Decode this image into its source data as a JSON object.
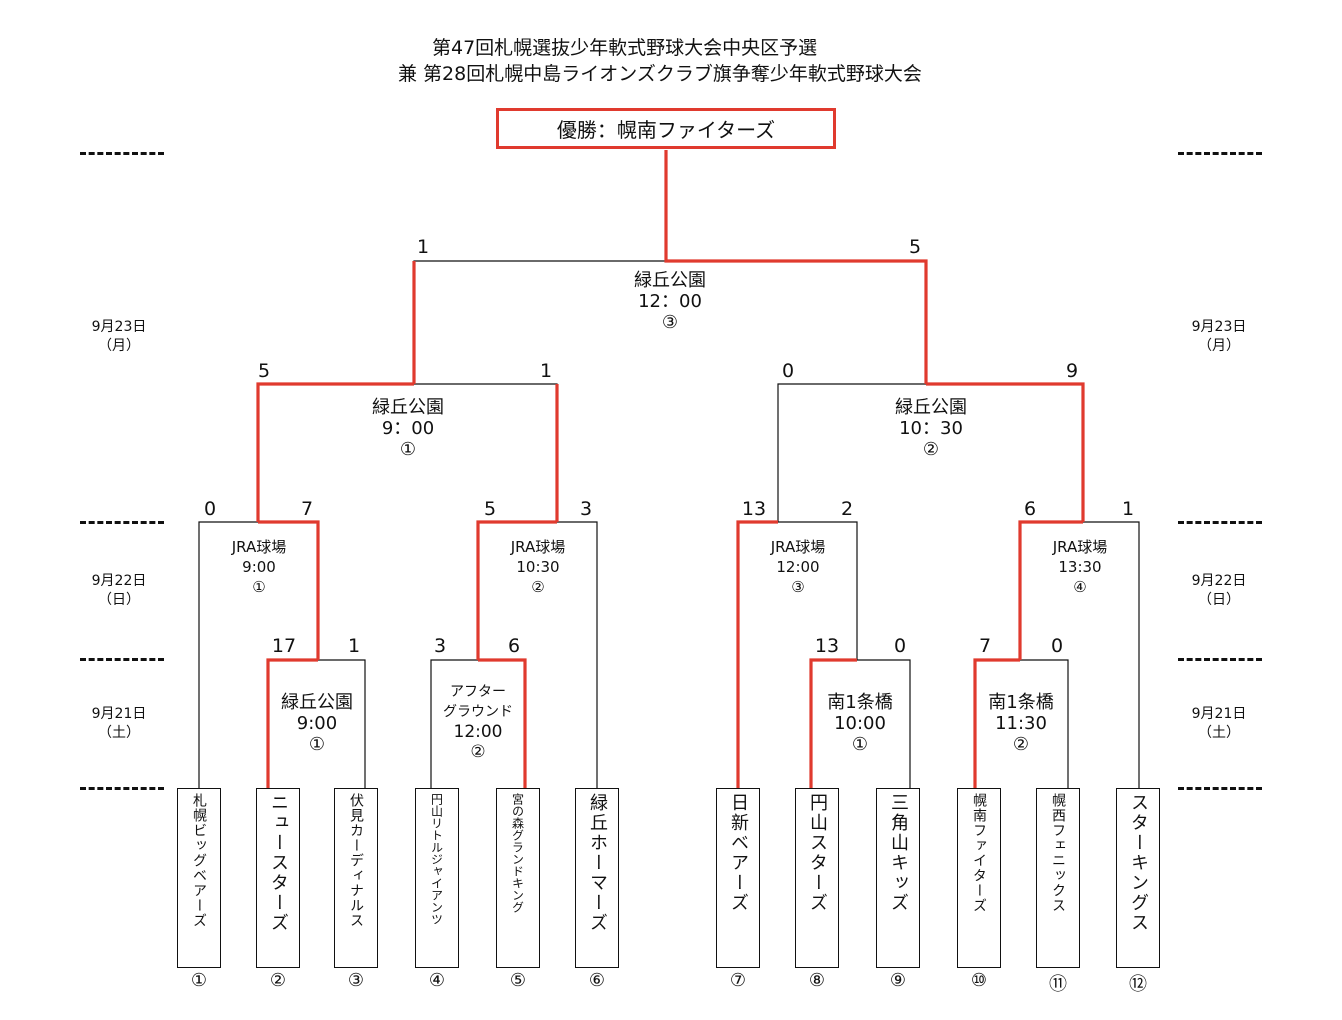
{
  "title_line1": "第47回札幌選抜少年軟式野球大会中央区予選",
  "title_line2": "兼 第28回札幌中島ライオンズクラブ旗争奪少年軟式野球大会",
  "champion": "優勝：幌南ファイターズ",
  "dates": {
    "sep23": "9月23日\n（月）",
    "sep22": "9月22日\n（日）",
    "sep21": "9月21日\n（土）"
  },
  "teams": [
    {
      "name": "札幌ビッグベアーズ",
      "seed": "①"
    },
    {
      "name": "ニュースターズ",
      "seed": "②"
    },
    {
      "name": "伏見カーディナルス",
      "seed": "③"
    },
    {
      "name": "円山リトルジャイアンツ",
      "seed": "④"
    },
    {
      "name": "宮の森グランドキング",
      "seed": "⑤"
    },
    {
      "name": "緑丘ホーマーズ",
      "seed": "⑥"
    },
    {
      "name": "日新ベアーズ",
      "seed": "⑦"
    },
    {
      "name": "円山スターズ",
      "seed": "⑧"
    },
    {
      "name": "三角山キッズ",
      "seed": "⑨"
    },
    {
      "name": "幌南ファイターズ",
      "seed": "⑩"
    },
    {
      "name": "幌西フェニックス",
      "seed": "⑪"
    },
    {
      "name": "スターキングス",
      "seed": "⑫"
    }
  ],
  "games": {
    "r1_1": {
      "venue": "緑丘公園",
      "time": "9:00",
      "num": "①",
      "left": "17",
      "right": "1"
    },
    "r1_2": {
      "venue": "アフター\nグラウンド",
      "time": "12:00",
      "num": "②",
      "left": "3",
      "right": "6"
    },
    "r1_3": {
      "venue": "南1条橋",
      "time": "10:00",
      "num": "①",
      "left": "13",
      "right": "0"
    },
    "r1_4": {
      "venue": "南1条橋",
      "time": "11:30",
      "num": "②",
      "left": "7",
      "right": "0"
    },
    "r2_1": {
      "venue": "JRA球場",
      "time": "9:00",
      "num": "①",
      "left": "0",
      "right": "7"
    },
    "r2_2": {
      "venue": "JRA球場",
      "time": "10:30",
      "num": "②",
      "left": "5",
      "right": "3"
    },
    "r2_3": {
      "venue": "JRA球場",
      "time": "12:00",
      "num": "③",
      "left": "13",
      "right": "2"
    },
    "r2_4": {
      "venue": "JRA球場",
      "time": "13:30",
      "num": "④",
      "left": "6",
      "right": "1"
    },
    "sf_1": {
      "venue": "緑丘公園",
      "time": "9：00",
      "num": "①",
      "left": "5",
      "right": "1"
    },
    "sf_2": {
      "venue": "緑丘公園",
      "time": "10：30",
      "num": "②",
      "left": "0",
      "right": "9"
    },
    "final": {
      "venue": "緑丘公園",
      "time": "12：00",
      "num": "③",
      "left": "1",
      "right": "5"
    }
  },
  "colors": {
    "win": "#e03a2e",
    "line": "#111111"
  }
}
